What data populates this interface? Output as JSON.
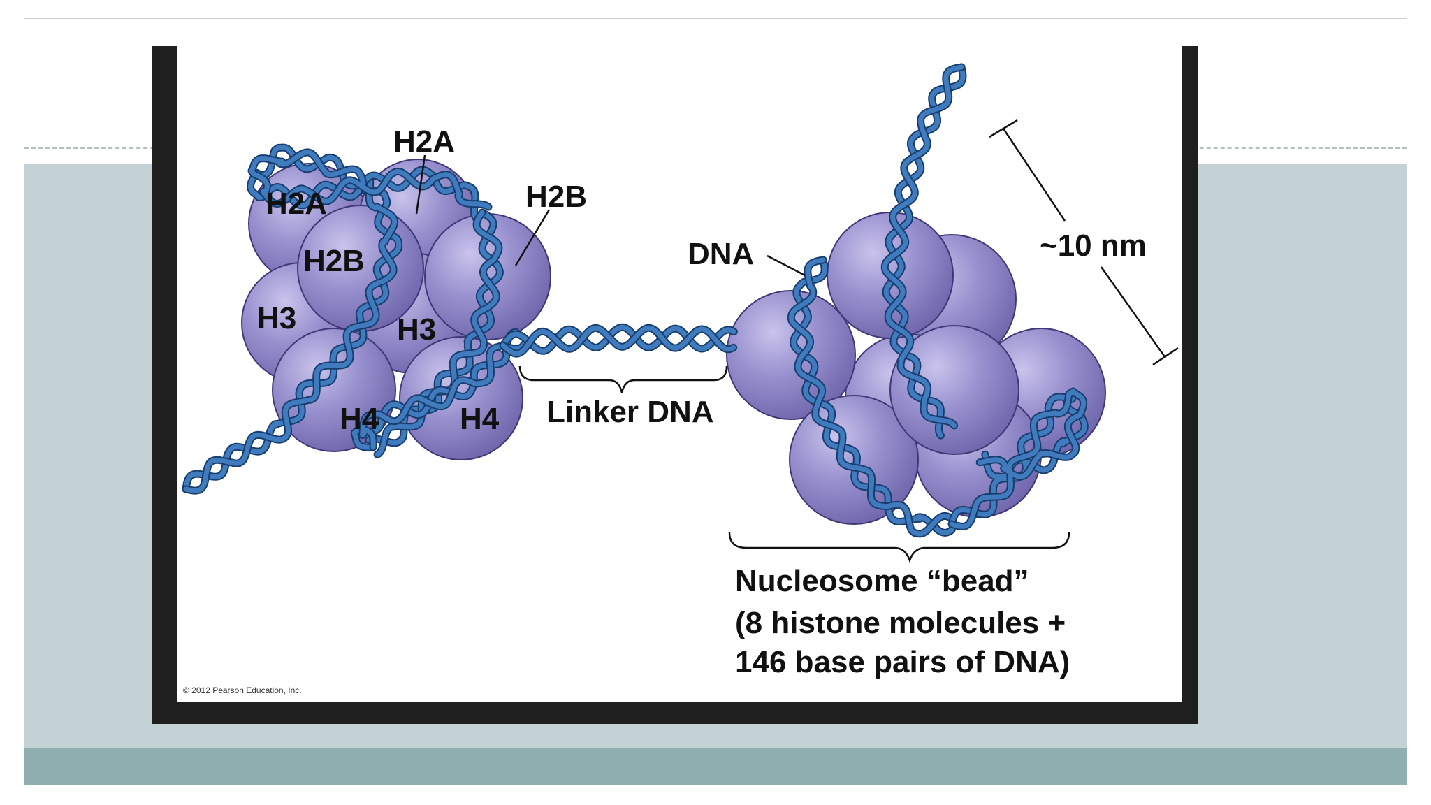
{
  "labels": {
    "left_h2a_top": "H2A",
    "left_h2a": "H2A",
    "left_h2b_top": "H2B",
    "left_h2b": "H2B",
    "left_h3_a": "H3",
    "left_h3_b": "H3",
    "left_h4_a": "H4",
    "left_h4_b": "H4",
    "linker": "Linker DNA",
    "dna": "DNA",
    "size": "~10 nm",
    "caption_line1": "Nucleosome “bead”",
    "caption_line2": "(8 histone molecules +",
    "caption_line3": "146 base pairs of DNA)",
    "copyright": "© 2012 Pearson Education, Inc."
  },
  "colors": {
    "histone_fill": "#9189c4",
    "histone_edge": "#3e3877",
    "dna_strand": "#3f7bbd",
    "dna_edge": "#173d6e",
    "slide_band": "#c5d2d5",
    "slide_bottom_band": "#8faeb0",
    "frame_dark": "#1f1f1f"
  }
}
